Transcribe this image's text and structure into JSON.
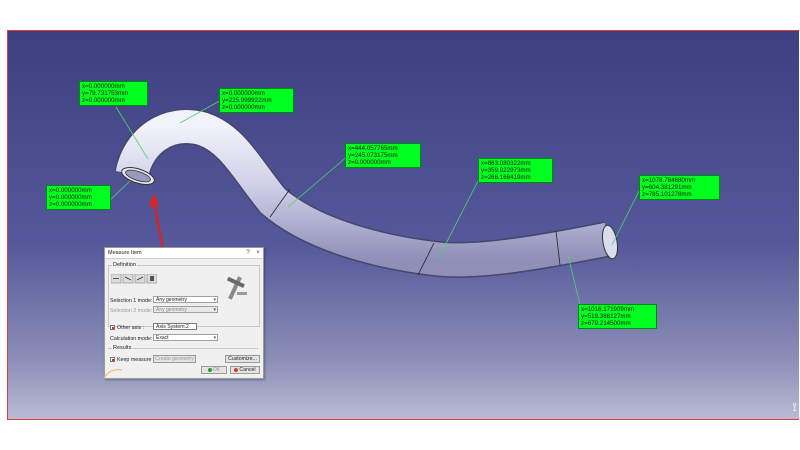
{
  "labels": [
    {
      "x": "x=0.000000mm",
      "y": "y=79.731753mm",
      "z": "z=0.000000mm"
    },
    {
      "x": "x=0.000000mm",
      "y": "y=225.999922mm",
      "z": "z=0.000000mm"
    },
    {
      "x": "x=0.000000mm",
      "y": "y=0.000000mm",
      "z": "z=0.000000mm"
    },
    {
      "x": "x=444.057765mm",
      "y": "y=245.073175mm",
      "z": "z=0.000000mm"
    },
    {
      "x": "x=863.080322mm",
      "y": "y=359.022973mm",
      "z": "z=266.166419mm"
    },
    {
      "x": "x=1078.784680mm",
      "y": "y=604.381291mm",
      "z": "z=785.101278mm"
    },
    {
      "x": "x=1016.171909mm",
      "y": "y=519.366127mm",
      "z": "z=679.214500mm"
    }
  ],
  "dialog": {
    "title": "Measure Item",
    "help": "?",
    "close": "×",
    "definition_label": "Definition",
    "selection1_label": "Selection 1 mode:",
    "selection1_value": "Any geometry",
    "selection2_label": "Selection 2 mode:",
    "selection2_value": "Any geometry",
    "other_axis_label": "Other axis :",
    "other_axis_value": "Axis System.2",
    "calc_mode_label": "Calculation mode:",
    "calc_mode_value": "Exact",
    "results_label": "Results",
    "keep_measure_label": "Keep measure",
    "create_geometry_label": "Create geometry",
    "customize_label": "Customize...",
    "ok_label": "OK",
    "cancel_label": "Cancel"
  },
  "colors": {
    "label_bg": "#00ff1e",
    "arrow": "#e02020",
    "pipe": "#c9c9e8"
  }
}
